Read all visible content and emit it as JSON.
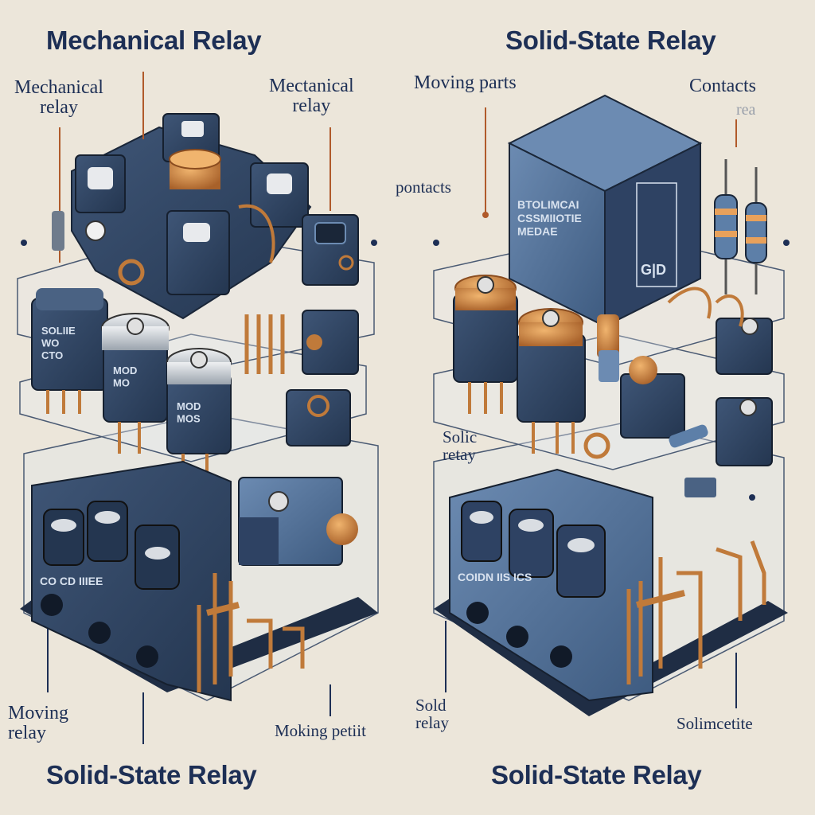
{
  "left": {
    "title_top": "Mechanical Relay",
    "title_bottom": "Solid-State Relay",
    "labels": {
      "mechanical_relay_a": "Mechanical\nrelay",
      "mechanical_relay_b": "Mectanical\nrelay",
      "moving_relay": "Moving\nrelay",
      "moking_petit": "Moking petiit"
    },
    "module_text": {
      "relay_1": "SOLIIE\nWO\nCTO",
      "relay_2": "MOD\nMO",
      "relay_3": "MOD\nMOS",
      "base": "CO  CD  IIIEE"
    }
  },
  "right": {
    "title_top": "Solid-State Relay",
    "title_bottom": "Solid-State Relay",
    "labels": {
      "moving_parts": "Moving parts",
      "contacts": "Contacts",
      "rea": "rea",
      "pontacts": "pontacts",
      "solic_relay": "Solic\nretay",
      "sold_relay": "Sold\nrelay",
      "solimcetite": "Solimcetite"
    },
    "module_text": {
      "cube": "BTOLIMCAI\nCSSMIIOTIE\nMEDAE",
      "base": "COIDN  IIS ICS"
    }
  },
  "colors": {
    "background": "#ece6da",
    "component_navy": "#2e4263",
    "component_blue": "#4f6e95",
    "copper": "#c07a3a",
    "label_ink": "#1d2f55"
  }
}
